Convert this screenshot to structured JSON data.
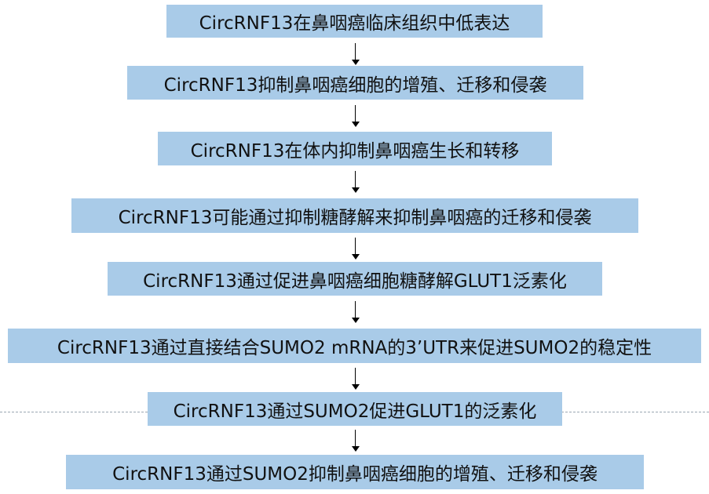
{
  "steps": [
    "CircRNF13在鼻咽癌临床组织中低表达",
    "CircRNF13抑制鼻咽癌细胞的增殖、迁移和侵袭",
    "CircRNF13在体内抑制鼻咽癌生长和转移",
    "CircRNF13可能通过抑制糖酵解来抑制鼻咽癌的迁移和侵袭",
    "CircRNF13通过促进鼻咽癌细胞糖酵解GLUT1泛素化",
    "CircRNF13通过直接结合SUMO2 mRNA的3’UTR来促进SUMO2的稳定性",
    "CircRNF13通过SUMO2促进GLUT1的泛素化",
    "CircRNF13通过SUMO2抑制鼻咽癌细胞的增殖、迁移和侵袭"
  ],
  "colors": {
    "box_fill": "#a9cbe8",
    "text": "#111111",
    "arrow": "#000000"
  }
}
